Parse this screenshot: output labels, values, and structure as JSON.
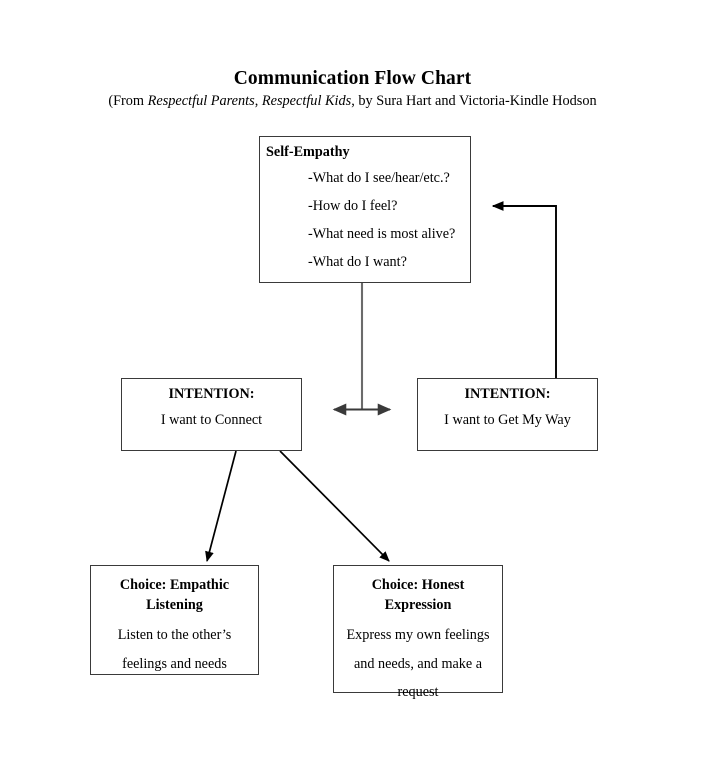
{
  "header": {
    "title": "Communication Flow Chart",
    "subtitle_prefix": "(From ",
    "subtitle_book_1": "Respectful Parents",
    "subtitle_sep": ", ",
    "subtitle_book_2": "Respectful Kids",
    "subtitle_suffix": ", by Sura Hart and Victoria-Kindle Hodson"
  },
  "chart_data": {
    "type": "diagram",
    "title": "Communication Flow Chart",
    "nodes": [
      {
        "id": "self-empathy",
        "heading": "Self-Empathy",
        "items": [
          "-What do I see/hear/etc.?",
          "-How do I feel?",
          "-What need is most alive?",
          "-What do I want?"
        ]
      },
      {
        "id": "intention-connect",
        "heading": "INTENTION:",
        "body": "I want to Connect"
      },
      {
        "id": "intention-my-way",
        "heading": "INTENTION:",
        "body": "I want to Get My Way"
      },
      {
        "id": "choice-empathic",
        "heading_line_1": "Choice: Empathic",
        "heading_line_2": "Listening",
        "body_line_1": "Listen to the other’s",
        "body_line_2": "feelings and needs"
      },
      {
        "id": "choice-honest",
        "heading_line_1": "Choice: Honest",
        "heading_line_2": "Expression",
        "body_line_1": "Express my own feelings",
        "body_line_2": "and needs, and make a",
        "body_line_3": "request"
      }
    ],
    "edges": [
      {
        "from": "self-empathy",
        "to": "intention-split",
        "style": "line"
      },
      {
        "from": "intention-split",
        "to": "intention-connect",
        "style": "arrow-left"
      },
      {
        "from": "intention-split",
        "to": "intention-my-way",
        "style": "arrow-right"
      },
      {
        "from": "intention-my-way",
        "to": "self-empathy",
        "style": "arrow-feedback-right"
      },
      {
        "from": "intention-connect",
        "to": "choice-empathic",
        "style": "arrow-diagonal"
      },
      {
        "from": "intention-connect",
        "to": "choice-honest",
        "style": "arrow-diagonal"
      }
    ],
    "colors": {
      "background": "#ffffff",
      "text": "#000000",
      "box_border": "#3a3a3a",
      "connector_gray": "#6b6b6b",
      "connector_black": "#000000"
    }
  }
}
